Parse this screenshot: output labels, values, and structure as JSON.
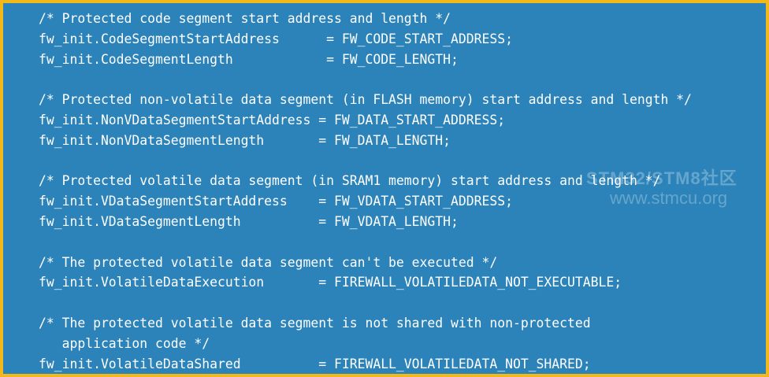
{
  "code": {
    "lines": [
      "/* Protected code segment start address and length */",
      "fw_init.CodeSegmentStartAddress      = FW_CODE_START_ADDRESS;",
      "fw_init.CodeSegmentLength            = FW_CODE_LENGTH;",
      "",
      "/* Protected non-volatile data segment (in FLASH memory) start address and length */",
      "fw_init.NonVDataSegmentStartAddress = FW_DATA_START_ADDRESS;",
      "fw_init.NonVDataSegmentLength       = FW_DATA_LENGTH;",
      "",
      "/* Protected volatile data segment (in SRAM1 memory) start address and length */",
      "fw_init.VDataSegmentStartAddress    = FW_VDATA_START_ADDRESS;",
      "fw_init.VDataSegmentLength          = FW_VDATA_LENGTH;",
      "",
      "/* The protected volatile data segment can't be executed */",
      "fw_init.VolatileDataExecution       = FIREWALL_VOLATILEDATA_NOT_EXECUTABLE;",
      "",
      "/* The protected volatile data segment is not shared with non-protected",
      "   application code */",
      "fw_init.VolatileDataShared          = FIREWALL_VOLATILEDATA_NOT_SHARED;"
    ]
  },
  "watermark": {
    "brand": "STM32/STM8社区",
    "url": "www.stmcu.org"
  },
  "colors": {
    "background": "#2b83b9",
    "border": "#f2b81c",
    "text": "#ffffff"
  }
}
